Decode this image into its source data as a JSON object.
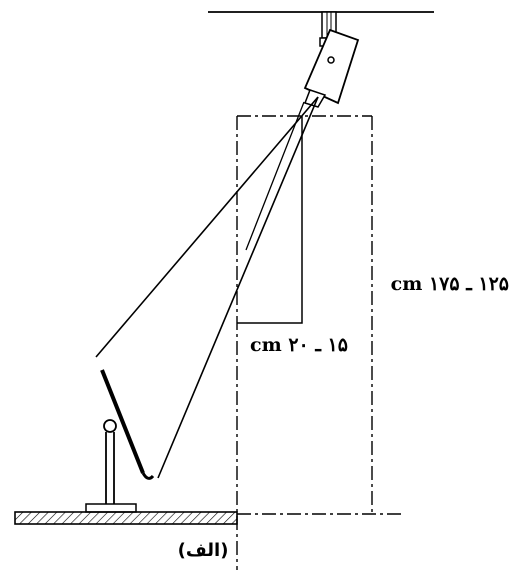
{
  "labels": {
    "height_range": "۱۲۵ ـ ۱۷۵ cm",
    "width_range": "۱۵ ـ ۲۰ cm",
    "caption": "(الف)"
  }
}
